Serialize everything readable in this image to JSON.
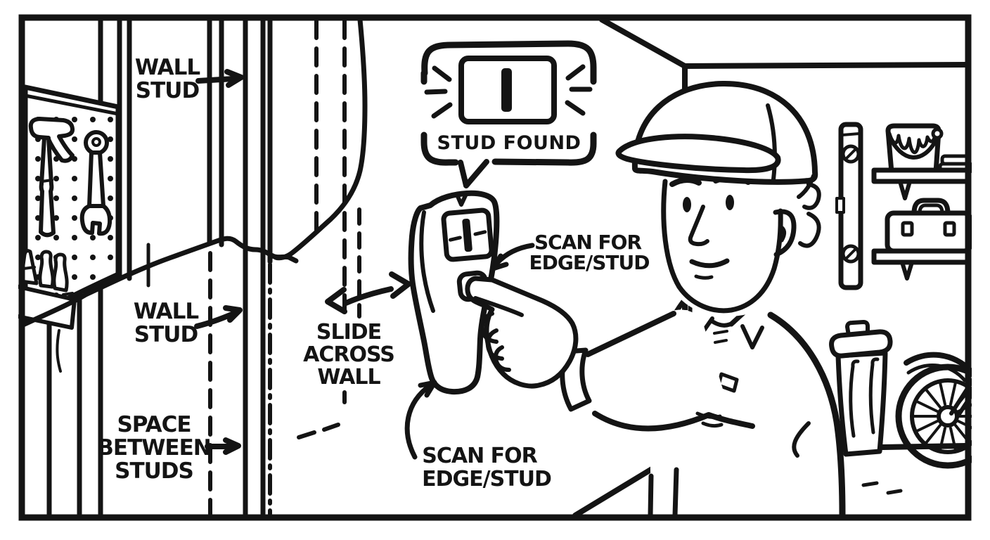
{
  "meta": {
    "title": "Stud finder instructional cartoon",
    "style": "black line-art on white",
    "colors": {
      "ink": "#141414",
      "paper": "#ffffff"
    }
  },
  "labels": {
    "wall_stud_top": {
      "line1": "WALL",
      "line2": "STUD"
    },
    "wall_stud_mid": {
      "line1": "WALL",
      "line2": "STUD"
    },
    "space_between_studs": {
      "line1": "SPACE",
      "line2": "BETWEEN",
      "line3": "STUDS"
    },
    "slide_across_wall": {
      "line1": "SLIDE",
      "line2": "ACROSS",
      "line3": "WALL"
    },
    "stud_found": {
      "text": "STUD FOUND"
    },
    "scan_for_edge_stud_device": {
      "line1": "SCAN FOR",
      "line2": "EDGE/STUD"
    },
    "scan_for_edge_stud_bottom": {
      "line1": "SCAN FOR",
      "line2": "EDGE/STUD"
    }
  },
  "scene": {
    "objects": [
      "pegboard-with-holes",
      "hammer",
      "wrench",
      "tool-bin",
      "exposed-wall-studs",
      "hidden-stud-dashed-lines",
      "torn-drywall-edge",
      "slide-direction-arrow",
      "stud-finder-device",
      "device-display",
      "scan-button",
      "worker-hand-pressing-button",
      "worker-with-cap",
      "stud-found-speech-bubble",
      "room-corner",
      "spirit-level",
      "shelf-with-paint-can",
      "shelf-with-toolbox",
      "hanging-wrench-curl",
      "trash-can",
      "bicycle-wheel",
      "garage-floor"
    ]
  }
}
